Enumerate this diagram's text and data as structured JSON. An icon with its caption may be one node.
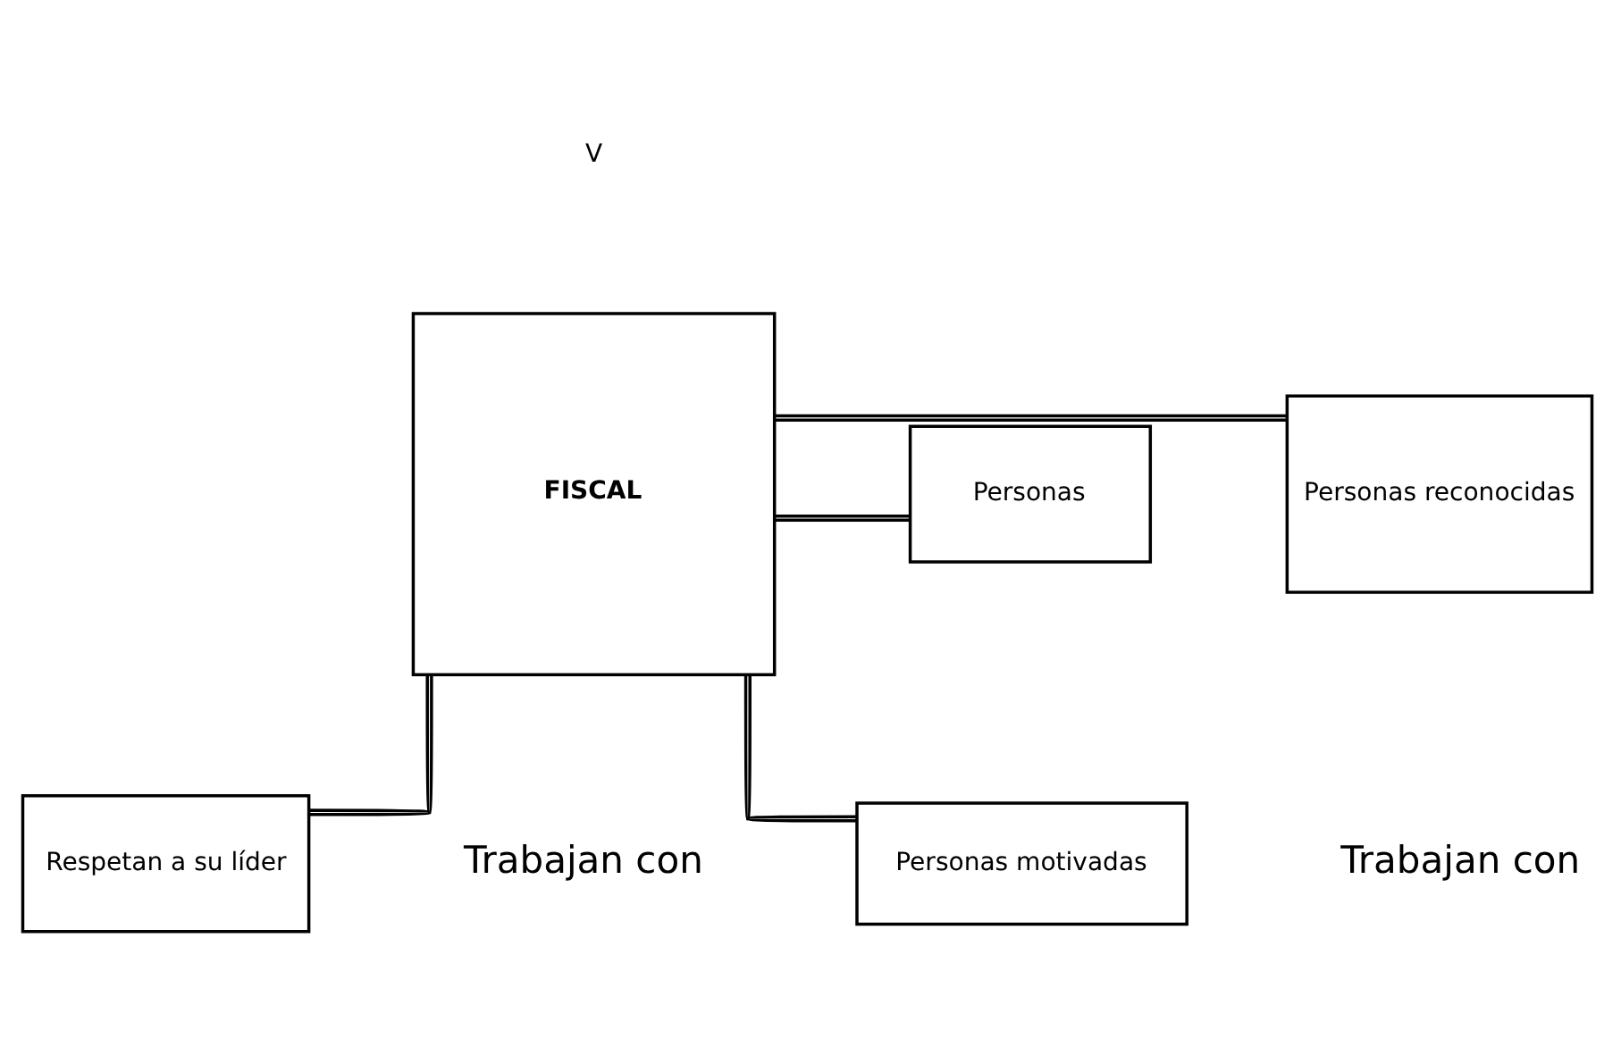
{
  "diagram": {
    "nodes": [
      {
        "text": [
          "Personas motivadas"
        ]
      },
      {
        "text": [
          "Personas reconocidas"
        ]
      },
      {
        "text": [
          "FISCAL"
        ]
      },
      {
        "text": [
          "Personas"
        ]
      },
      {
        "text": [
          "Respetan a su líder"
        ]
      }
    ],
    "edges": [
      {
        "from": 2,
        "to": 0,
        "arrow": "none"
      },
      {
        "from": 2,
        "to": 1,
        "arrow": "none"
      },
      {
        "from": 2,
        "to": 3,
        "arrow": "none"
      },
      {
        "from": 2,
        "to": 4,
        "arrow": "none"
      }
    ],
    "labels": [
      "Trabajan con",
      "Trabajan con",
      "V"
    ]
  }
}
